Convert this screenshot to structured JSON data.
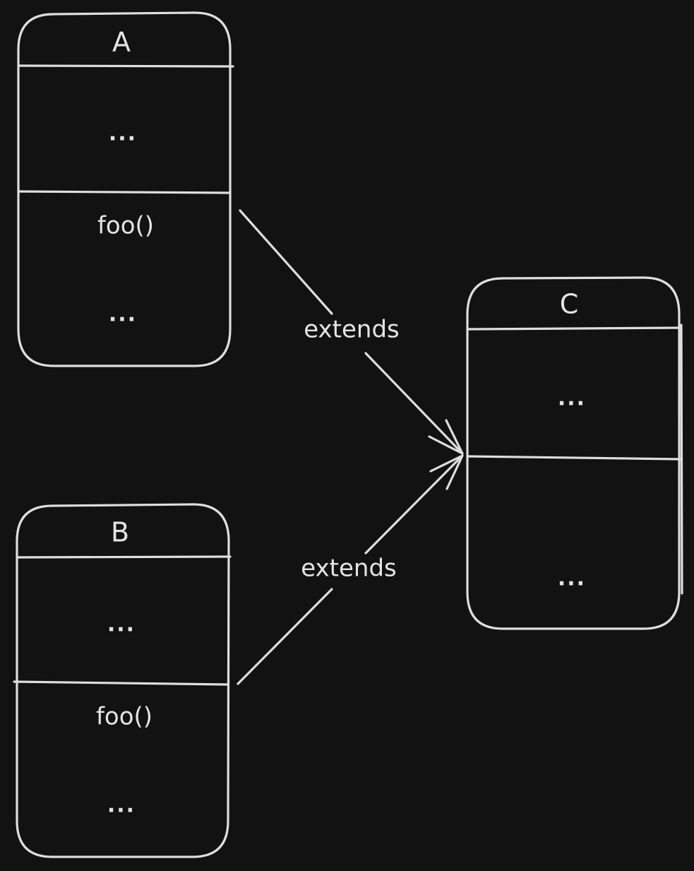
{
  "diagram": {
    "classes": {
      "A": {
        "name": "A",
        "attributes": "...",
        "method": "foo()",
        "more_methods": "..."
      },
      "B": {
        "name": "B",
        "attributes": "...",
        "method": "foo()",
        "more_methods": "..."
      },
      "C": {
        "name": "C",
        "attributes": "...",
        "methods": "..."
      }
    },
    "edges": [
      {
        "from": "A",
        "to": "C",
        "label": "extends"
      },
      {
        "from": "B",
        "to": "C",
        "label": "extends"
      }
    ]
  },
  "colors": {
    "background": "#121212",
    "stroke": "#dedede",
    "text": "#e4e4e4"
  }
}
